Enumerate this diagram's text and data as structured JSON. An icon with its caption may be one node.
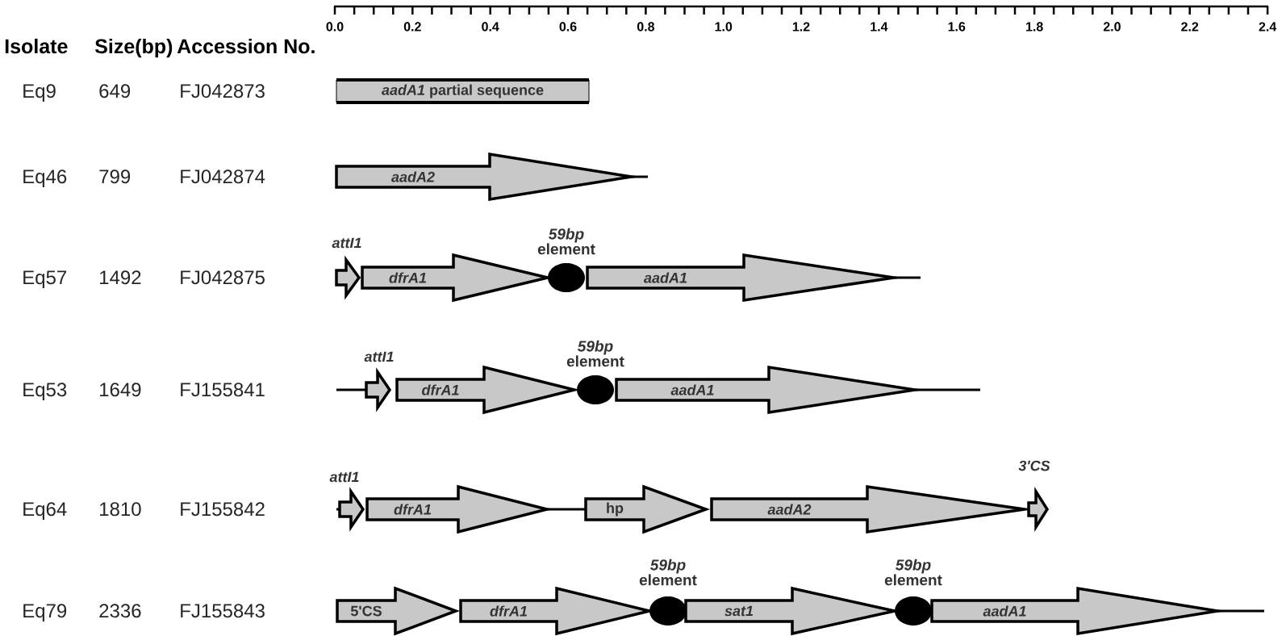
{
  "diagram": {
    "nodes": [
      {
        "text": [
          "*aadA1* partial sequence"
        ]
      },
      {
        "text": [
          "aadA2"
        ]
      },
      {
        "text": [
          "attI1"
        ]
      },
      {
        "text": [
          "dfrA1"
        ]
      },
      {
        "text": [
          "*59bp* element"
        ]
      },
      {
        "text": [
          "aadA1"
        ]
      },
      {
        "text": [
          "attI1"
        ]
      },
      {
        "text": [
          "dfrA1"
        ]
      },
      {
        "text": [
          "*59bp* element"
        ]
      },
      {
        "text": [
          "aadA1"
        ]
      },
      {
        "text": [
          "attI1"
        ]
      },
      {
        "text": [
          "dfrA1"
        ]
      },
      {
        "text": [
          "hp"
        ]
      },
      {
        "text": [
          "aadA2"
        ]
      },
      {
        "text": [
          "3'CS"
        ]
      },
      {
        "text": [
          "5'CS"
        ]
      },
      {
        "text": [
          "dfrA1"
        ]
      },
      {
        "text": [
          "*59bp* element"
        ]
      },
      {
        "text": [
          "sat1"
        ]
      },
      {
        "text": [
          "*59bp* element"
        ]
      },
      {
        "text": [
          "aadA1"
        ]
      }
    ],
    "edges": [
      {
        "from": 1,
        "to": null,
        "arrow": "none"
      },
      {
        "from": 5,
        "to": null,
        "arrow": "none"
      },
      {
        "from": null,
        "to": 6,
        "arrow": "none"
      },
      {
        "from": 9,
        "to": null,
        "arrow": "none"
      },
      {
        "from": null,
        "to": 10,
        "arrow": "none"
      },
      {
        "from": 11,
        "to": 12,
        "arrow": "none"
      },
      {
        "from": 20,
        "to": null,
        "arrow": "none"
      }
    ],
    "labels": [
      "Isolate",
      "Size(bp)",
      "Accession No.",
      "Eq9",
      "649",
      "FJ042873",
      "Eq46",
      "799",
      "FJ042874",
      "Eq57",
      "1492",
      "FJ042875",
      "Eq53",
      "1649",
      "FJ155841",
      "Eq64",
      "1810",
      "FJ155842",
      "Eq79",
      "2336",
      "FJ155843",
      "0.0",
      "0.2",
      "0.4",
      "0.6",
      "0.8",
      "1.0",
      "1.2",
      "1.4",
      "1.6",
      "1.8",
      "2.0",
      "2.2",
      "2.4"
    ]
  }
}
